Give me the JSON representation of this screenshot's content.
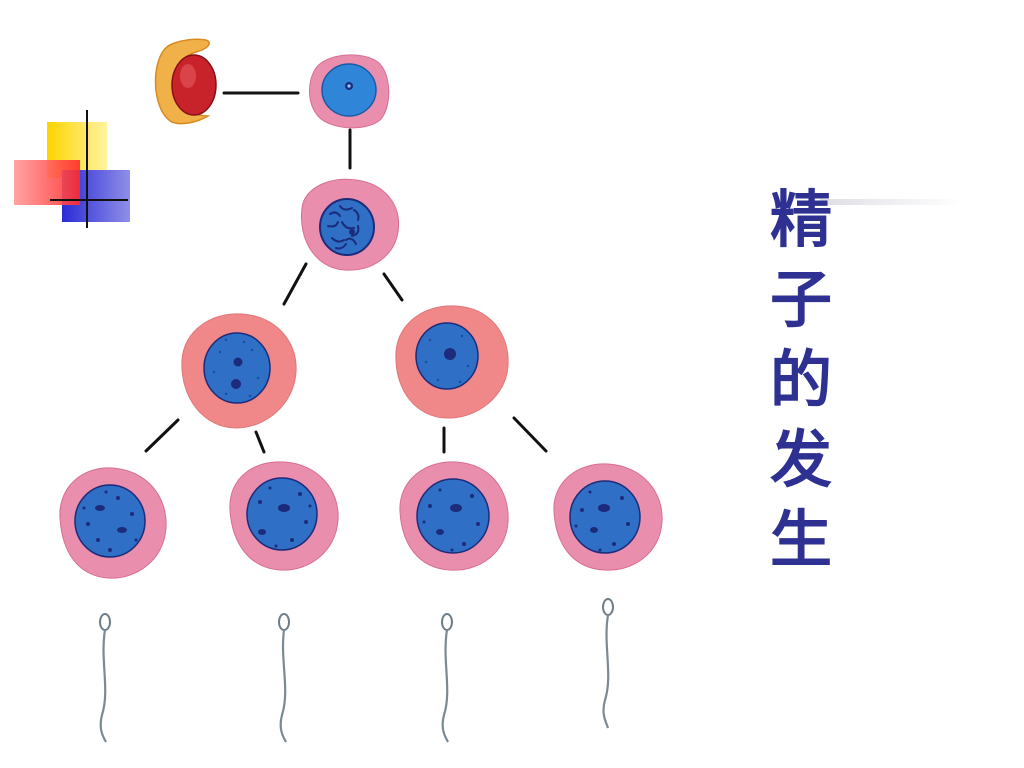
{
  "slide": {
    "title": "精子的发生",
    "colors": {
      "title": "#2e3192",
      "cell_cytoplasm_pink": "#e889a8",
      "cell_cytoplasm_salmon": "#f0888a",
      "nucleus_blue": "#2f6fc6",
      "chromatin_dark": "#1c2c7a",
      "connector_lines": "#111111",
      "sperm_outline": "#7a8a94",
      "decor_yellow": "#ffd400",
      "decor_red": "#ff3b3b",
      "decor_blue": "#2b2bd6"
    }
  },
  "diagram": {
    "organ_icon": "testis-icon",
    "stages": [
      {
        "stage": 1,
        "cells": 1,
        "nucleus_style": "smooth"
      },
      {
        "stage": 2,
        "cells": 1,
        "nucleus_style": "threadlike-chromosomes"
      },
      {
        "stage": 3,
        "cells": 2,
        "nucleus_style": "dotted"
      },
      {
        "stage": 4,
        "cells": 4,
        "nucleus_style": "dotted"
      },
      {
        "stage": 5,
        "cells": 4,
        "nucleus_style": "sperm"
      }
    ]
  }
}
